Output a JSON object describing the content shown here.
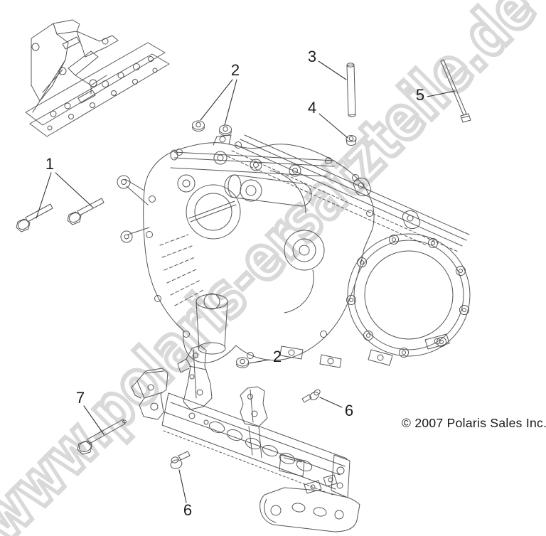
{
  "watermark": {
    "text": "www.polaris-ersatzteile.de",
    "color": "#d9d9d9"
  },
  "copyright": {
    "text": "© 2007 Polaris Sales Inc."
  },
  "drawing": {
    "line_color": "#555555",
    "assemblies": [
      "engine mount bracket",
      "main gearcase",
      "front frame support"
    ]
  },
  "callouts": [
    {
      "label": "1",
      "part": "mounting bolt pair (left)"
    },
    {
      "label": "2",
      "part": "flange nut pair (upper)"
    },
    {
      "label": "3",
      "part": "spacer tube"
    },
    {
      "label": "4",
      "part": "flange nut (upper right)"
    },
    {
      "label": "5",
      "part": "long bolt (upper right)"
    },
    {
      "label": "2",
      "part": "flange nut (center lower)"
    },
    {
      "label": "6",
      "part": "flange bolt (right of frame)"
    },
    {
      "label": "7",
      "part": "long flange bolt (lower left)"
    },
    {
      "label": "6",
      "part": "flange bolt (bottom center)"
    }
  ]
}
